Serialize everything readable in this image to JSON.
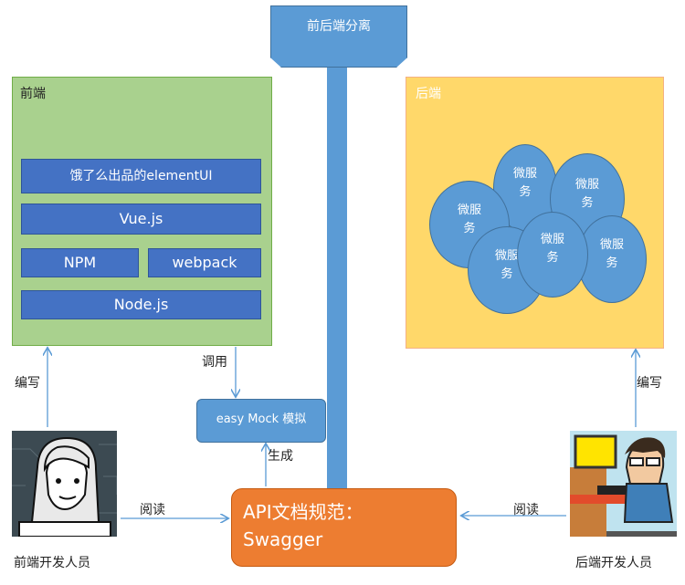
{
  "banner": {
    "label": "前后端分离"
  },
  "frontend": {
    "title": "前端",
    "layers": {
      "element": "饿了么出品的elementUI",
      "vue": "Vue.js",
      "npm": "NPM",
      "webpack": "webpack",
      "node": "Node.js"
    }
  },
  "backend": {
    "title": "后端",
    "services": [
      {
        "line1": "微服",
        "line2": "务"
      },
      {
        "line1": "微服",
        "line2": "务"
      },
      {
        "line1": "微服",
        "line2": "务"
      },
      {
        "line1": "微服",
        "line2": "务"
      },
      {
        "line1": "微服",
        "line2": "务"
      },
      {
        "line1": "微服",
        "line2": "务"
      }
    ]
  },
  "mock": {
    "label": "easy Mock 模拟"
  },
  "swagger": {
    "line1": "API文档规范：",
    "line2": "Swagger"
  },
  "labels": {
    "call": "调用",
    "generate": "生成",
    "write_left": "编写",
    "write_right": "编写",
    "read_left": "阅读",
    "read_right": "阅读",
    "fe_dev": "前端开发人员",
    "be_dev": "后端开发人员"
  },
  "colors": {
    "blue": "#5b9bd5",
    "dark_blue": "#4472c4",
    "green": "#a9d18e",
    "yellow": "#ffd86a",
    "orange": "#ed7d31"
  }
}
